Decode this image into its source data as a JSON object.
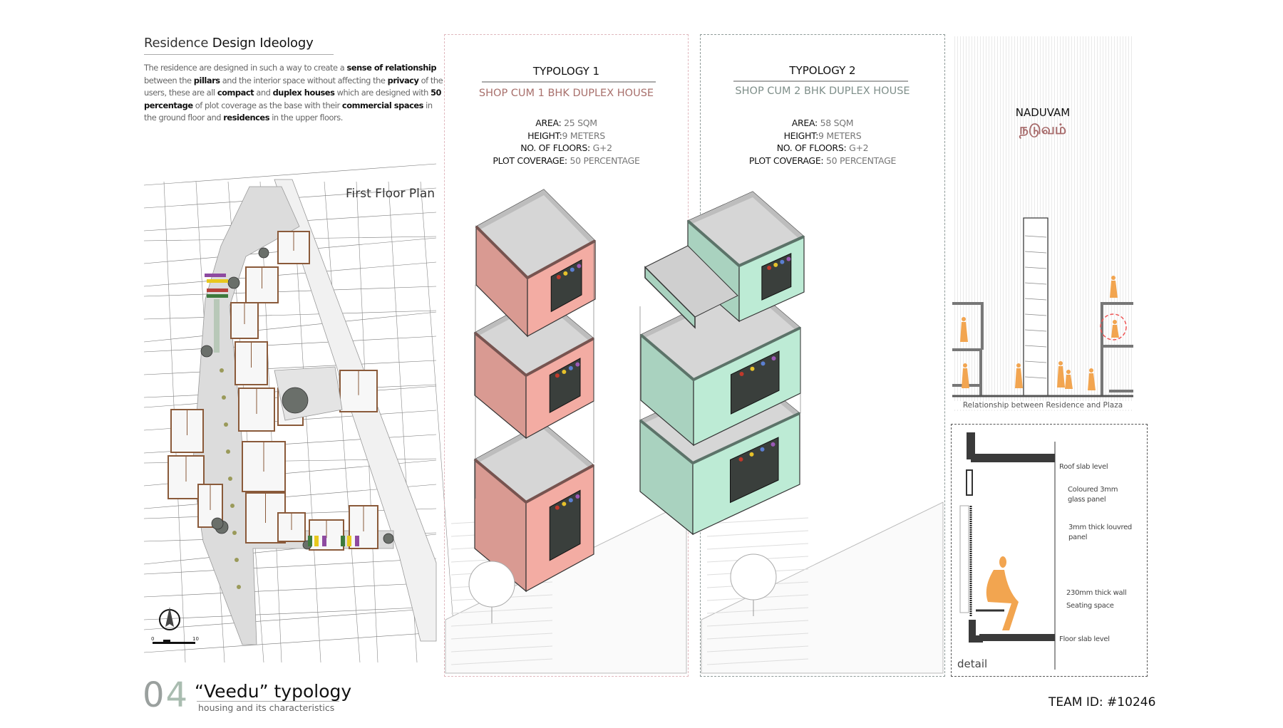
{
  "ideology": {
    "heading_light": "Residence",
    "heading_bold": "Design Ideology",
    "paragraph": [
      {
        "text": "The residence are designed in such a way to create a ",
        "bold": false
      },
      {
        "text": "sense of relationship",
        "bold": true
      },
      {
        "text": " between the ",
        "bold": false
      },
      {
        "text": "pillars",
        "bold": true
      },
      {
        "text": " and the interior space without affecting the ",
        "bold": false
      },
      {
        "text": "privacy",
        "bold": true
      },
      {
        "text": " of the users, these are all ",
        "bold": false
      },
      {
        "text": "compact",
        "bold": true
      },
      {
        "text": " and ",
        "bold": false
      },
      {
        "text": "duplex houses",
        "bold": true
      },
      {
        "text": " which are designed with ",
        "bold": false
      },
      {
        "text": "50 percentage",
        "bold": true
      },
      {
        "text": " of plot coverage as the base with their ",
        "bold": false
      },
      {
        "text": "commercial spaces",
        "bold": true
      },
      {
        "text": " in the ground floor and ",
        "bold": false
      },
      {
        "text": "residences",
        "bold": true
      },
      {
        "text": " in the upper floors.",
        "bold": false
      }
    ]
  },
  "floor_plan": {
    "label": "First Floor Plan",
    "scale_start": "0",
    "scale_end": "10",
    "north_icon": "north-arrow-icon"
  },
  "typologies": [
    {
      "title": "TYPOLOGY 1",
      "subtitle": "SHOP CUM 1 BHK DUPLEX HOUSE",
      "accent": "#a8706c",
      "wall_color": "#d99a92",
      "specs": [
        {
          "label": "AREA:",
          "value": "25 SQM"
        },
        {
          "label": "HEIGHT:",
          "value": "9 METERS"
        },
        {
          "label": "NO. OF FLOORS:",
          "value": "G+2"
        },
        {
          "label": "PLOT COVERAGE:",
          "value": "50 PERCENTAGE"
        }
      ]
    },
    {
      "title": "TYPOLOGY 2",
      "subtitle": "SHOP CUM 2 BHK DUPLEX HOUSE",
      "accent": "#7f8f8a",
      "wall_color": "#a9d2bf",
      "specs": [
        {
          "label": "AREA:",
          "value": "58 SQM"
        },
        {
          "label": "HEIGHT:",
          "value": "9 METERS"
        },
        {
          "label": "NO. OF FLOORS:",
          "value": "G+2"
        },
        {
          "label": "PLOT COVERAGE:",
          "value": "50 PERCENTAGE"
        }
      ]
    }
  ],
  "naduvam": {
    "title": "NADUVAM",
    "tamil": "நடுவம்",
    "caption": "Relationship between Residence and Plaza",
    "figure_color": "#f2a550"
  },
  "detail": {
    "label": "detail",
    "annotations": [
      "Roof slab level",
      "Coloured 3mm glass panel",
      "3mm thick louvred panel",
      "230mm thick wall",
      "Seating space",
      "Floor slab level"
    ]
  },
  "footer": {
    "number": "04",
    "title": "“Veedu” typology",
    "subtitle": "housing and its characteristics",
    "team_id": "TEAM ID: #10246"
  }
}
